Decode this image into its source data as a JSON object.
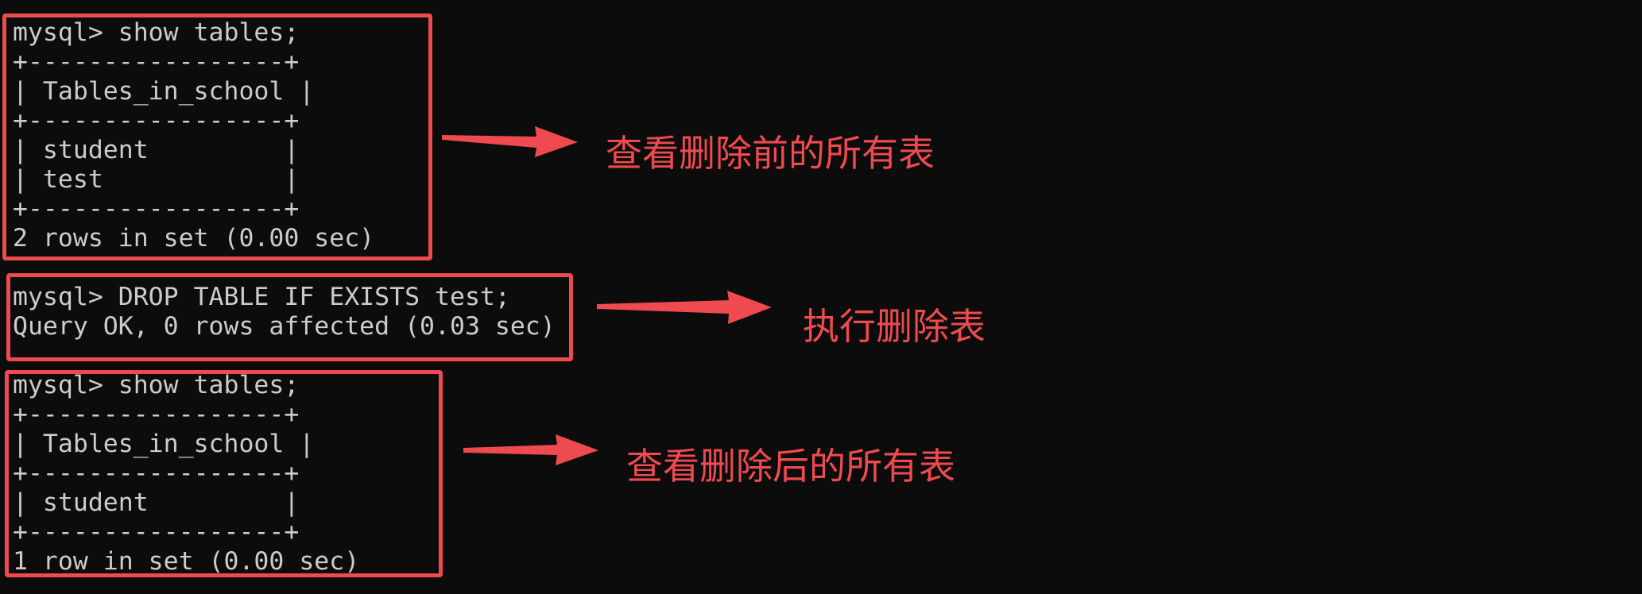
{
  "terminal": {
    "block1": {
      "lines": [
        "mysql> show tables;",
        "+-----------------+",
        "| Tables_in_school |",
        "+-----------------+",
        "| student         |",
        "| test            |",
        "+-----------------+",
        "2 rows in set (0.00 sec)"
      ]
    },
    "block2": {
      "lines": [
        "mysql> DROP TABLE IF EXISTS test;",
        "Query OK, 0 rows affected (0.03 sec)"
      ]
    },
    "block3": {
      "lines": [
        "mysql> show tables;",
        "+-----------------+",
        "| Tables_in_school |",
        "+-----------------+",
        "| student         |",
        "+-----------------+",
        "1 row in set (0.00 sec)"
      ]
    }
  },
  "annotations": {
    "before": "查看删除前的所有表",
    "execute": "执行删除表",
    "after": "查看删除后的所有表"
  },
  "colors": {
    "background": "#0c0c0c",
    "terminal_text": "#cccccc",
    "highlight": "#ee4a4f"
  }
}
